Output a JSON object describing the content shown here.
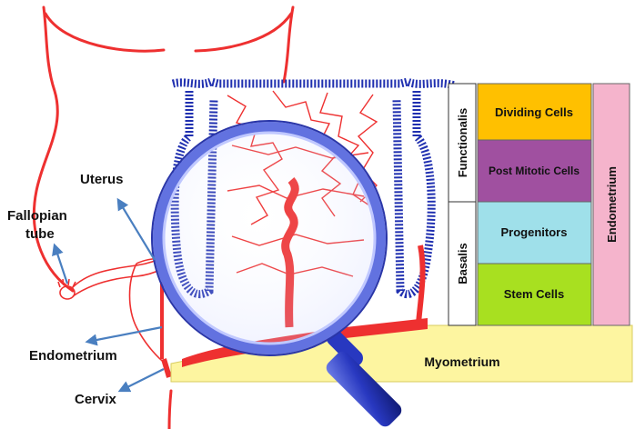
{
  "labels": {
    "uterus": "Uterus",
    "fallopian_line1": "Fallopian",
    "fallopian_line2": "tube",
    "endometrium_left": "Endometrium",
    "cervix": "Cervix",
    "functionalis": "Functionalis",
    "basalis": "Basalis",
    "myometrium": "Myometrium",
    "endometrium_right": "Endometrium"
  },
  "cells": [
    {
      "label": "Dividing Cells",
      "color": "#ffc000"
    },
    {
      "label": "Post Mitotic Cells",
      "color": "#a050a0"
    },
    {
      "label": "Progenitors",
      "color": "#9fe0ea"
    },
    {
      "label": "Stem Cells",
      "color": "#a8e020"
    }
  ],
  "colors": {
    "vessel": "#ee3030",
    "epithelium": "#2030b0",
    "myometrium": "#fdf5a0",
    "endometrium_bar": "#f5b4cc",
    "arrow": "#4a7fc0",
    "magnifier_rim": "#5060d0",
    "magnifier_handle": "#2838c0"
  }
}
